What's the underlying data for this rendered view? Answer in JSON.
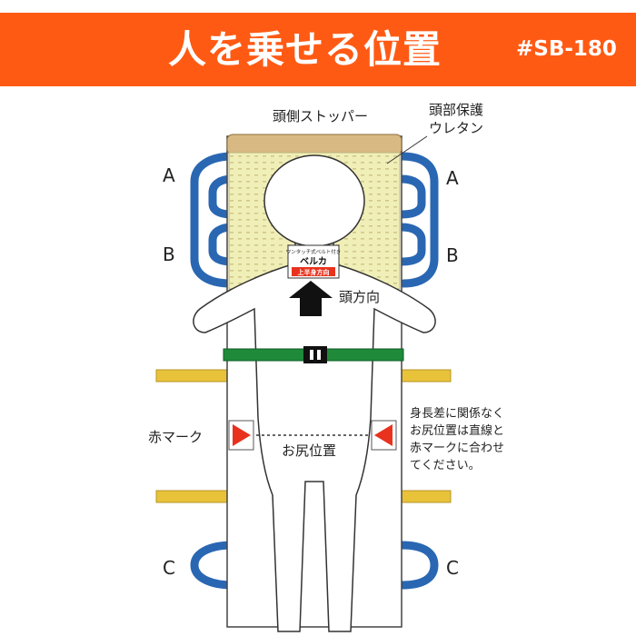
{
  "header": {
    "title": "人を乗せる位置",
    "model_code": "#SB-180"
  },
  "labels": {
    "head_stopper": "頭側ストッパー",
    "head_protection_line1": "頭部保護",
    "head_protection_line2": "ウレタン",
    "handle_a_left": "A",
    "handle_a_right": "A",
    "handle_b_left": "B",
    "handle_b_right": "B",
    "handle_c_left": "C",
    "handle_c_right": "C",
    "head_direction": "頭方向",
    "red_mark": "赤マーク",
    "buttocks_position": "お尻位置",
    "note_line1": "身長差に関係なく",
    "note_line2": "お尻位置は直線と",
    "note_line3": "赤マークに合わせ",
    "note_line4": "てください。",
    "tag_line1": "ワンタッチ式ベルト付き",
    "tag_brand": "ベルカ",
    "tag_line3": "上半身方向"
  },
  "colors": {
    "banner": "#ff5a14",
    "handle_blue": "#2a67b3",
    "belt_green": "#1f8a3a",
    "stopper_tan": "#d9b983",
    "urethane_yellow": "#f1efb8",
    "strap_yellow": "#e8c33a",
    "red_mark": "#e8321e",
    "arrow": "#111111"
  }
}
